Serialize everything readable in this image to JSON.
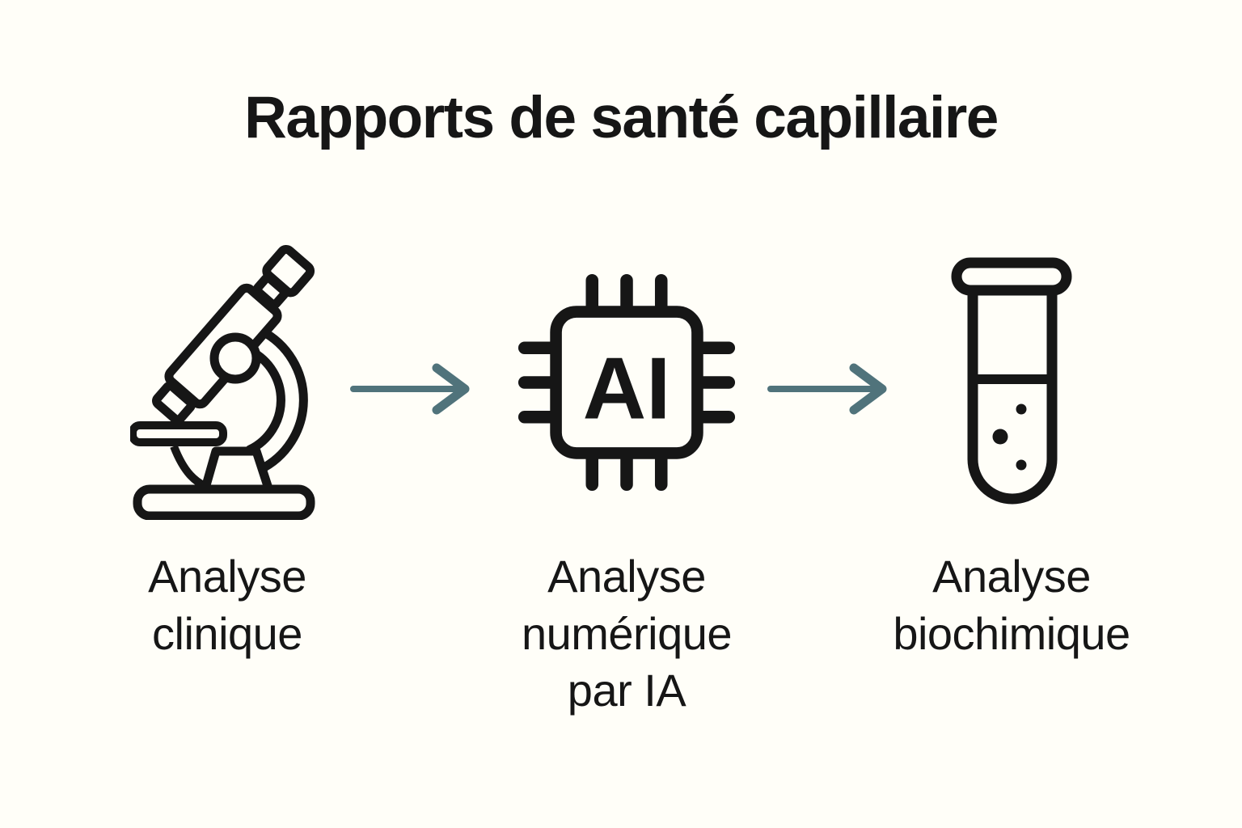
{
  "title": "Rapports de santé capillaire",
  "steps": [
    {
      "icon": "microscope-icon",
      "label": "Analyse clinique"
    },
    {
      "icon": "ai-chip-icon",
      "label": "Analyse numérique par IA"
    },
    {
      "icon": "test-tube-icon",
      "label": "Analyse biochimique"
    }
  ],
  "chip_label": "AI",
  "arrow_icon": "arrow-right-icon",
  "colors": {
    "background": "#FFFEF8",
    "ink": "#161616",
    "arrow": "#50737B"
  }
}
